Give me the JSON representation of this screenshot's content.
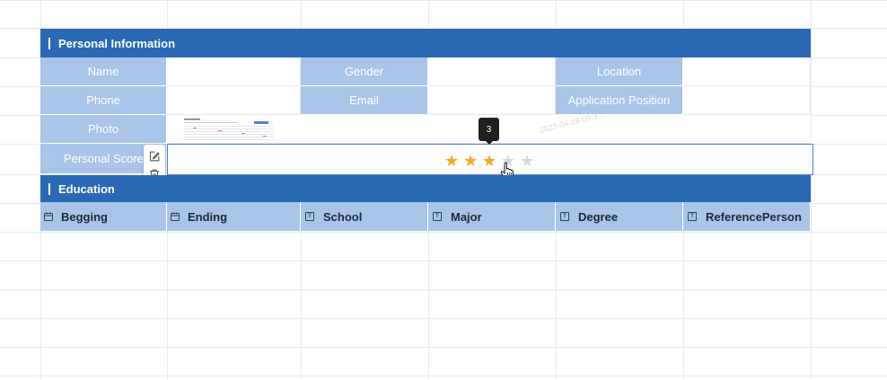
{
  "personal_section": {
    "title": "Personal Information"
  },
  "fields": {
    "name": "Name",
    "gender": "Gender",
    "location": "Location",
    "phone": "Phone",
    "email": "Email",
    "application_position": "Application Position",
    "photo": "Photo",
    "personal_score": "Personal Score"
  },
  "score": {
    "value": 3,
    "max": 5,
    "tooltip": "3",
    "filled_color": "#f5a623",
    "empty_color": "#d9d9d9"
  },
  "watermark": "2023-04-18 09:3...",
  "education_section": {
    "title": "Education"
  },
  "columns": [
    {
      "label": "Begging",
      "icon": "calendar-icon"
    },
    {
      "label": "Ending",
      "icon": "calendar-icon"
    },
    {
      "label": "School",
      "icon": "text-type-icon"
    },
    {
      "label": "Major",
      "icon": "text-type-icon"
    },
    {
      "label": "Degree",
      "icon": "text-type-icon"
    },
    {
      "label": "ReferencePerson",
      "icon": "text-type-icon"
    }
  ],
  "colors": {
    "header_band": "#2a69b4",
    "label_fill": "#a8c5e9",
    "selection_border": "#4f7fd6"
  }
}
